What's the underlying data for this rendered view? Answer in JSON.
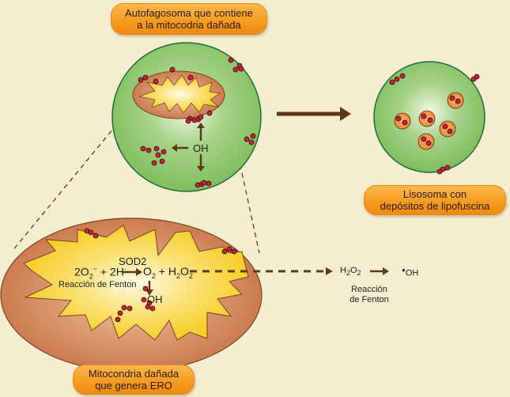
{
  "labels": {
    "autophagosome": [
      "Autofagosoma que contiene",
      "a la mitocodria dañada"
    ],
    "lysosome": [
      "Lisosoma con",
      "depósitos de lipofuscina"
    ],
    "mitochondria": [
      "Mitocondria dañada",
      "que genera ERO"
    ]
  },
  "reaction": {
    "enzyme": "SOD2",
    "left": "2O",
    "left_sub": "2",
    "left_sup": "−",
    "plus_h": "+ 2H",
    "h_sup": "·",
    "o2": "O",
    "o2_sub": "2",
    "plus": "+",
    "h2o2_h": "H",
    "h2o2_sub1": "2",
    "h2o2_o": "O",
    "h2o2_sub2": "2",
    "fenton": "Reacción de Fenton",
    "oh": "OH"
  },
  "outside": {
    "h2o2_h": "H",
    "h2o2_sub1": "2",
    "h2o2_o": "O",
    "h2o2_sub2": "2",
    "oh": "OH",
    "fenton": [
      "Reacción",
      "de Fenton"
    ]
  },
  "autophagosome_oh": "OH",
  "colors": {
    "background": "#f4edcf",
    "vesicle": "#8cc56a",
    "vesicle_edge": "#1f6b3a",
    "mito_outer": "#c8784a",
    "mito_inner": "#f8d23a",
    "arrow": "#5c3a16",
    "ros_red": "#c8223a",
    "pill": "#f59a1e"
  }
}
